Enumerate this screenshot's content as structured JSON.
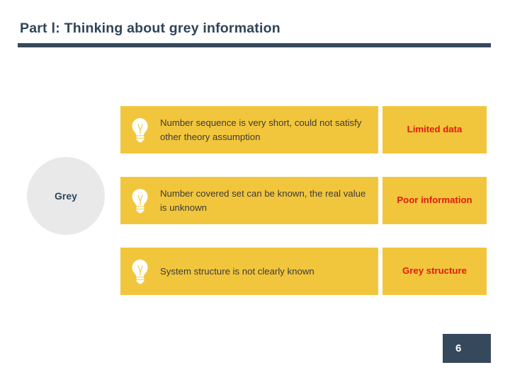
{
  "slide": {
    "title": "Part Ⅰ: Thinking about grey information",
    "page_number": "6",
    "colors": {
      "header_navy": "#36495c",
      "card_yellow": "#f2c63c",
      "tag_red": "#e01b10",
      "circle_grey": "#e9e9ea",
      "body_text": "#3b3b3b"
    }
  },
  "circle": {
    "label": "Grey"
  },
  "rows": [
    {
      "icon": "lightbulb-icon",
      "statement": "Number sequence is very short, could not satisfy other theory assumption",
      "tag": "Limited data"
    },
    {
      "icon": "lightbulb-icon",
      "statement": "Number covered set can be known, the real value is unknown",
      "tag": "Poor information"
    },
    {
      "icon": "lightbulb-icon",
      "statement": "System structure is not clearly known",
      "tag": "Grey structure"
    }
  ]
}
